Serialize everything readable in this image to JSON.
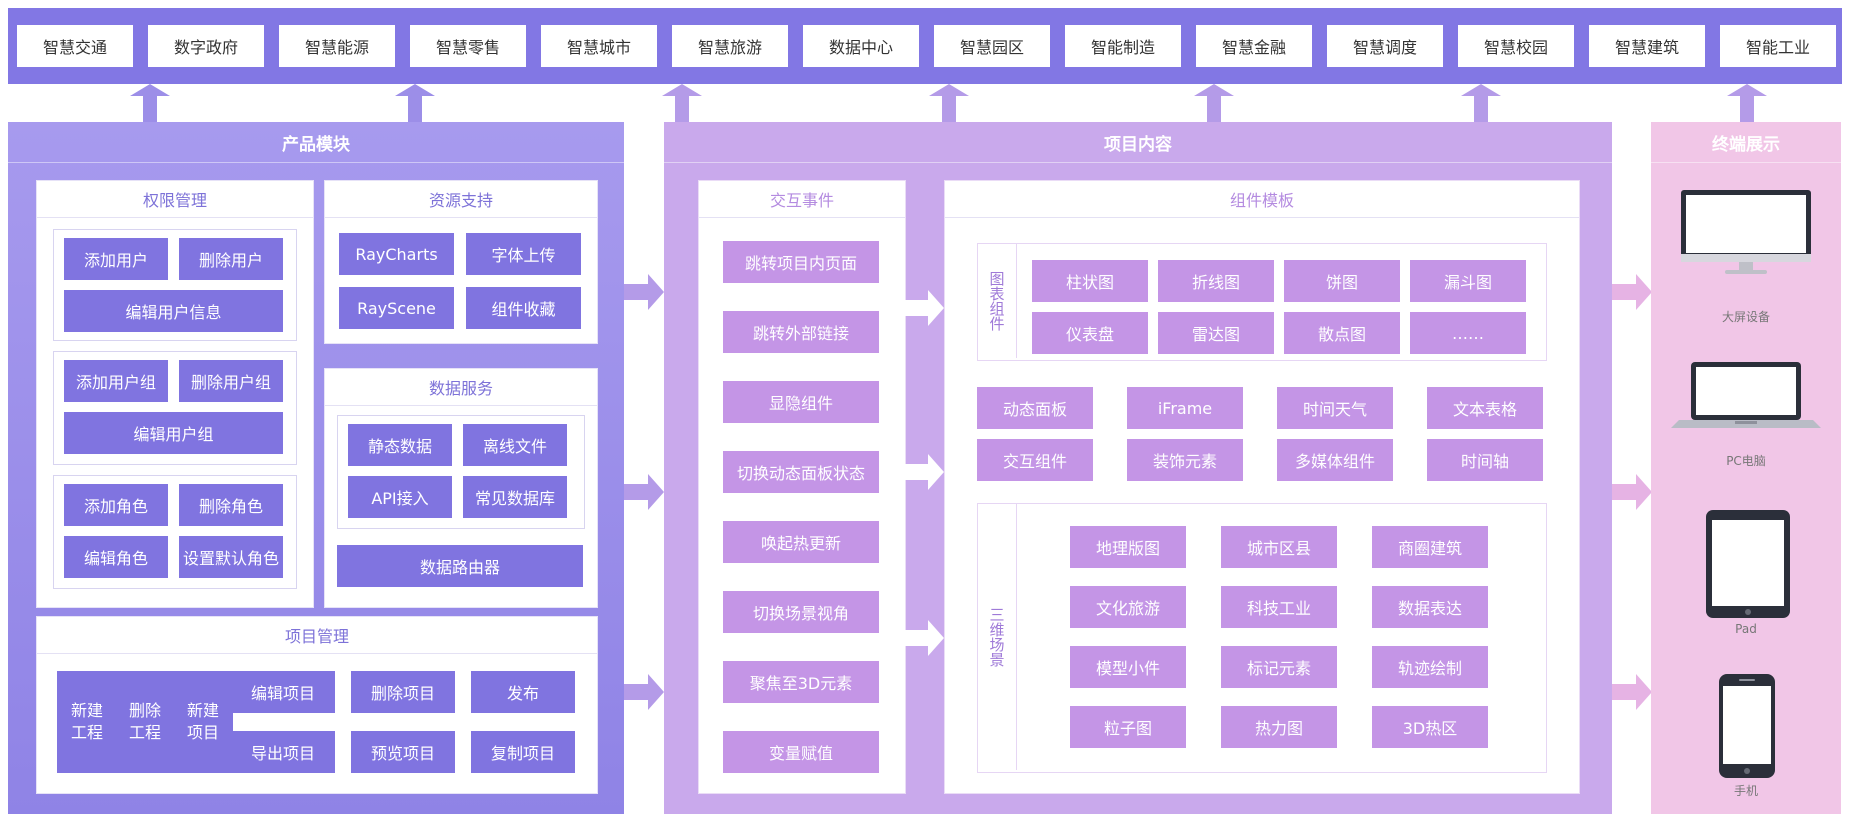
{
  "top_categories": [
    "智慧交通",
    "数字政府",
    "智慧能源",
    "智慧零售",
    "智慧城市",
    "智慧旅游",
    "数据中心",
    "智慧园区",
    "智能制造",
    "智慧金融",
    "智慧调度",
    "智慧校园",
    "智慧建筑",
    "智能工业"
  ],
  "product": {
    "title": "产品模块",
    "permission": {
      "title": "权限管理",
      "users": {
        "add": "添加用户",
        "delete": "删除用户",
        "edit": "编辑用户信息"
      },
      "groups": {
        "add": "添加用户组",
        "delete": "删除用户组",
        "edit": "编辑用户组"
      },
      "roles": {
        "add": "添加角色",
        "delete": "删除角色",
        "edit": "编辑角色",
        "default": "设置默认角色"
      }
    },
    "resources": {
      "title": "资源支持",
      "items": [
        "RayCharts",
        "字体上传",
        "RayScene",
        "组件收藏"
      ]
    },
    "data_service": {
      "title": "数据服务",
      "items": [
        "静态数据",
        "离线文件",
        "API接入",
        "常见数据库"
      ],
      "router": "数据路由器"
    },
    "project_mgmt": {
      "title": "项目管理",
      "vertical": [
        "新建工程",
        "删除工程",
        "新建项目"
      ],
      "items": [
        "编辑项目",
        "删除项目",
        "发布",
        "导出项目",
        "预览项目",
        "复制项目"
      ]
    }
  },
  "project": {
    "title": "项目内容",
    "interaction": {
      "title": "交互事件",
      "items": [
        "跳转项目内页面",
        "跳转外部链接",
        "显隐组件",
        "切换动态面板状态",
        "唤起热更新",
        "切换场景视角",
        "聚焦至3D元素",
        "变量赋值"
      ]
    },
    "templates": {
      "title": "组件模板",
      "charts_label": "图表组件",
      "charts": [
        "柱状图",
        "折线图",
        "饼图",
        "漏斗图",
        "仪表盘",
        "雷达图",
        "散点图",
        "……"
      ],
      "middle": [
        "动态面板",
        "iFrame",
        "时间天气",
        "文本表格",
        "交互组件",
        "装饰元素",
        "多媒体组件",
        "时间轴"
      ],
      "scene_label": "三维场景",
      "scene": [
        "地理版图",
        "城市区县",
        "商圈建筑",
        "文化旅游",
        "科技工业",
        "数据表达",
        "模型小件",
        "标记元素",
        "轨迹绘制",
        "粒子图",
        "热力图",
        "3D热区"
      ]
    }
  },
  "terminal": {
    "title": "终端展示",
    "devices": [
      "大屏设备",
      "PC电脑",
      "Pad",
      "手机"
    ]
  },
  "colors": {
    "top_bar": "#8277e4",
    "product_button": "#8074e0",
    "project_button": "#c495e6",
    "terminal_panel": "#f1c6e7",
    "arrow": "#b49be8"
  }
}
